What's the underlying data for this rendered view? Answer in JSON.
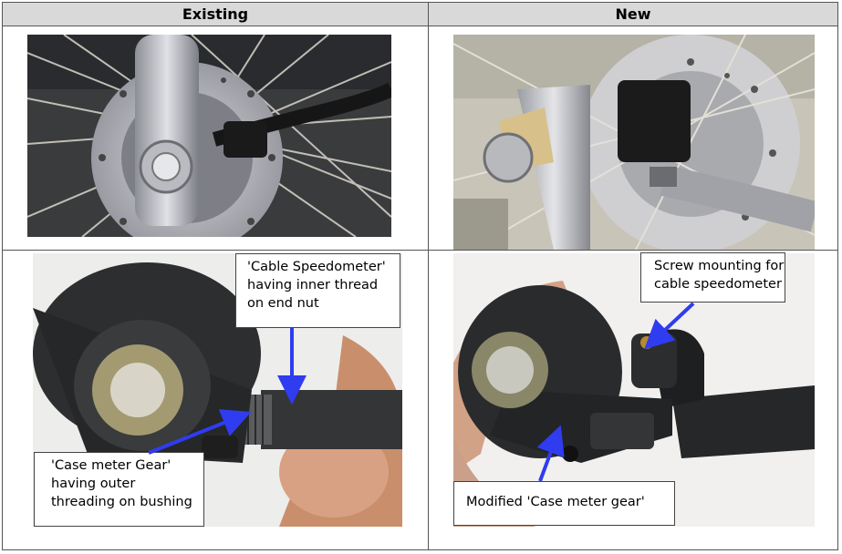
{
  "table": {
    "headers": [
      "Existing",
      "New"
    ]
  },
  "callouts": {
    "existing_cable": [
      "'Cable Speedometer'",
      "having inner thread",
      "on end nut"
    ],
    "existing_case": [
      "'Case meter Gear'",
      "having  outer",
      "threading on bushing"
    ],
    "new_screw": [
      "Screw mounting for",
      "cable speedometer"
    ],
    "new_case": [
      "Modified 'Case meter gear'"
    ]
  },
  "colors": {
    "header_bg": "#d9d9d9",
    "arrow": "#2f3cf0"
  }
}
